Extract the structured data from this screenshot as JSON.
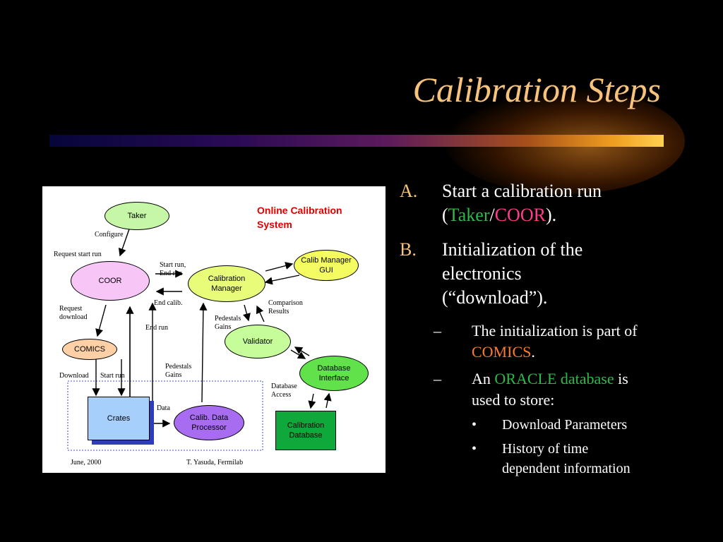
{
  "slide": {
    "title": "Calibration Steps",
    "diagram": {
      "title_line1": "Online Calibration",
      "title_line2": "System",
      "nodes": {
        "taker": "Taker",
        "coor": "COOR",
        "comics": "COMICS",
        "crates": "Crates",
        "calib_manager_1": "Calibration",
        "calib_manager_2": "Manager",
        "calib_gui_1": "Calib Manager",
        "calib_gui_2": "GUI",
        "validator": "Validator",
        "db_interface_1": "Database",
        "db_interface_2": "Interface",
        "calib_db_1": "Calibration",
        "calib_db_2": "Database",
        "processor_1": "Calib. Data",
        "processor_2": "Processor"
      },
      "labels": {
        "configure": "Configure",
        "request_start_run": "Request start run",
        "start_run_1": "Start run,",
        "start_run_2": "End run",
        "end_calib": "End calib.",
        "request_download_1": "Request",
        "request_download_2": "download",
        "end_run": "End run",
        "pedestals_gains_1_a": "Pedestals",
        "pedestals_gains_1_b": "Gains",
        "comparison_1": "Comparison",
        "comparison_2": "Results",
        "download": "Download",
        "start_run": "Start run",
        "pedestals_gains_2_a": "Pedestals",
        "pedestals_gains_2_b": "Gains",
        "db_access_1": "Database",
        "db_access_2": "Access",
        "data": "Data",
        "footer_left": "June, 2000",
        "footer_right": "T. Yasuda, Fermilab"
      }
    },
    "bullets": {
      "a_key": "A.",
      "a_line1": "Start a calibration run",
      "a_open": "(",
      "a_taker": "Taker",
      "a_slash": "/",
      "a_coor": "COOR",
      "a_close": ").",
      "b_key": "B.",
      "b_line1": "Initialization of the",
      "b_line2": "electronics",
      "b_line3": "(“download”).",
      "s1_dash": "–",
      "s1_line1": "The initialization is part of",
      "s1_comics": "COMICS",
      "s1_dot": ".",
      "s2_dash": "–",
      "s2_an": "An",
      "s2_oracle": "ORACLE database",
      "s2_is": "is",
      "s2_line2": "used to store:",
      "d1_bullet": "•",
      "d1_text": "Download Parameters",
      "d2_bullet": "•",
      "d2_line1": "History of time",
      "d2_line2": "dependent information"
    },
    "colors": {
      "title": "#f7c27a",
      "green_highlight": "#2fb84a",
      "pink_highlight": "#ff3d8b",
      "orange_highlight": "#ff7a2a",
      "diagram_title": "#e00000"
    }
  }
}
